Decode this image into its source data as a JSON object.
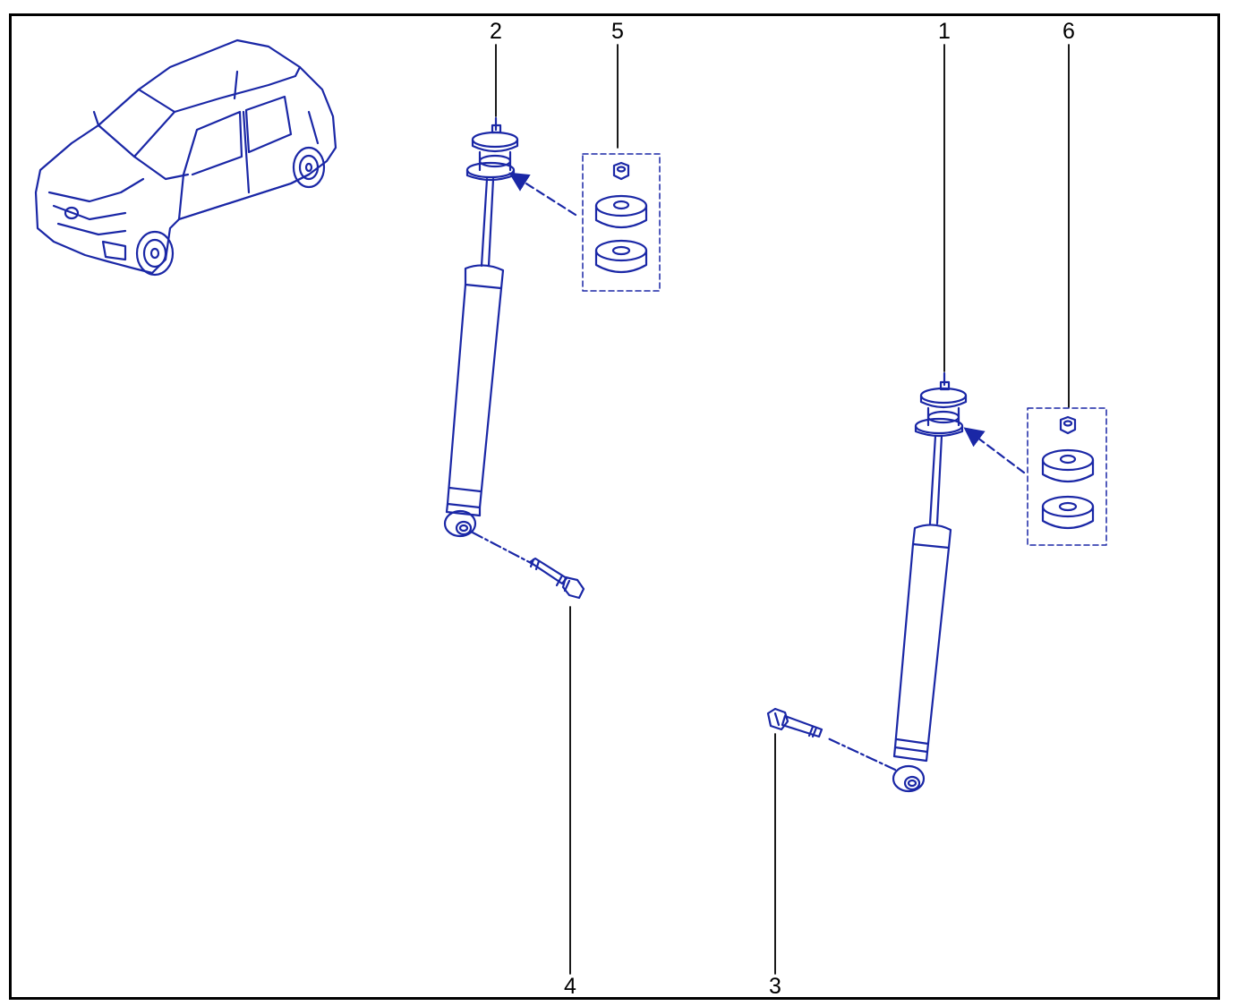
{
  "diagram": {
    "line_color": "#1a27a6",
    "frame_color": "#000000",
    "callouts": [
      {
        "id": "c1",
        "label": "1"
      },
      {
        "id": "c2",
        "label": "2"
      },
      {
        "id": "c3",
        "label": "3"
      },
      {
        "id": "c4",
        "label": "4"
      },
      {
        "id": "c5",
        "label": "5"
      },
      {
        "id": "c6",
        "label": "6"
      }
    ],
    "icons": [
      "car-icon",
      "shock-absorber-icon",
      "bolt-icon",
      "nut-icon",
      "rubber-bushing-icon"
    ]
  }
}
